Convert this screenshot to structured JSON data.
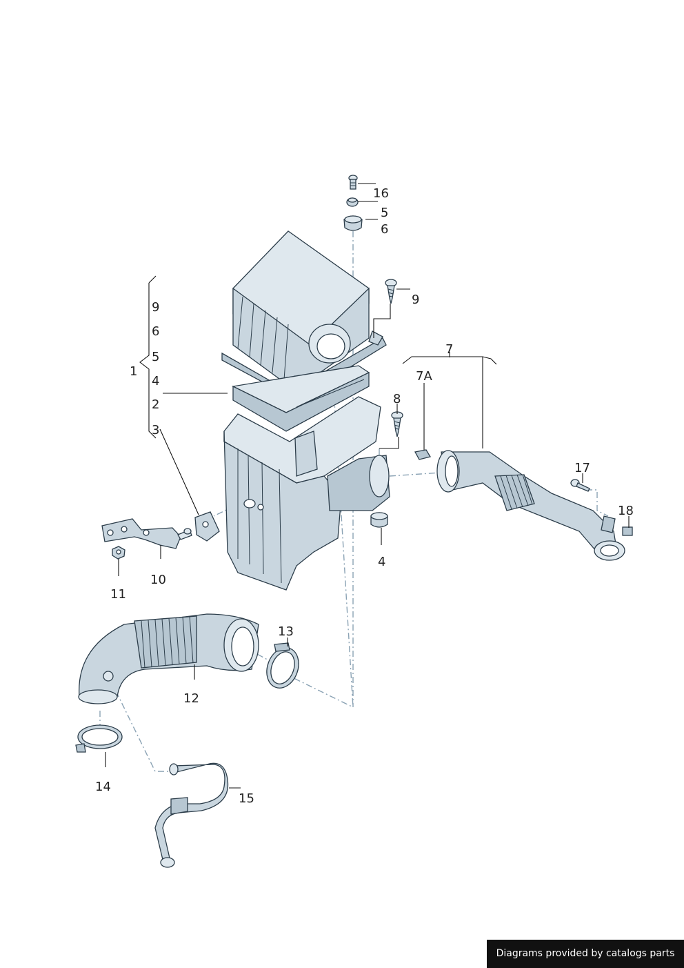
{
  "callouts": {
    "c16": "16",
    "c5_top": "5",
    "c6_top": "6",
    "c9_right": "9",
    "g9": "9",
    "g6": "6",
    "g5": "5",
    "g4": "4",
    "g2": "2",
    "g3": "3",
    "g1": "1",
    "c7": "7",
    "c7a": "7A",
    "c8": "8",
    "c17": "17",
    "c18": "18",
    "c4": "4",
    "c10": "10",
    "c11": "11",
    "c12": "12",
    "c13": "13",
    "c14": "14",
    "c15": "15"
  },
  "credit": "Diagrams provided by catalogs parts"
}
